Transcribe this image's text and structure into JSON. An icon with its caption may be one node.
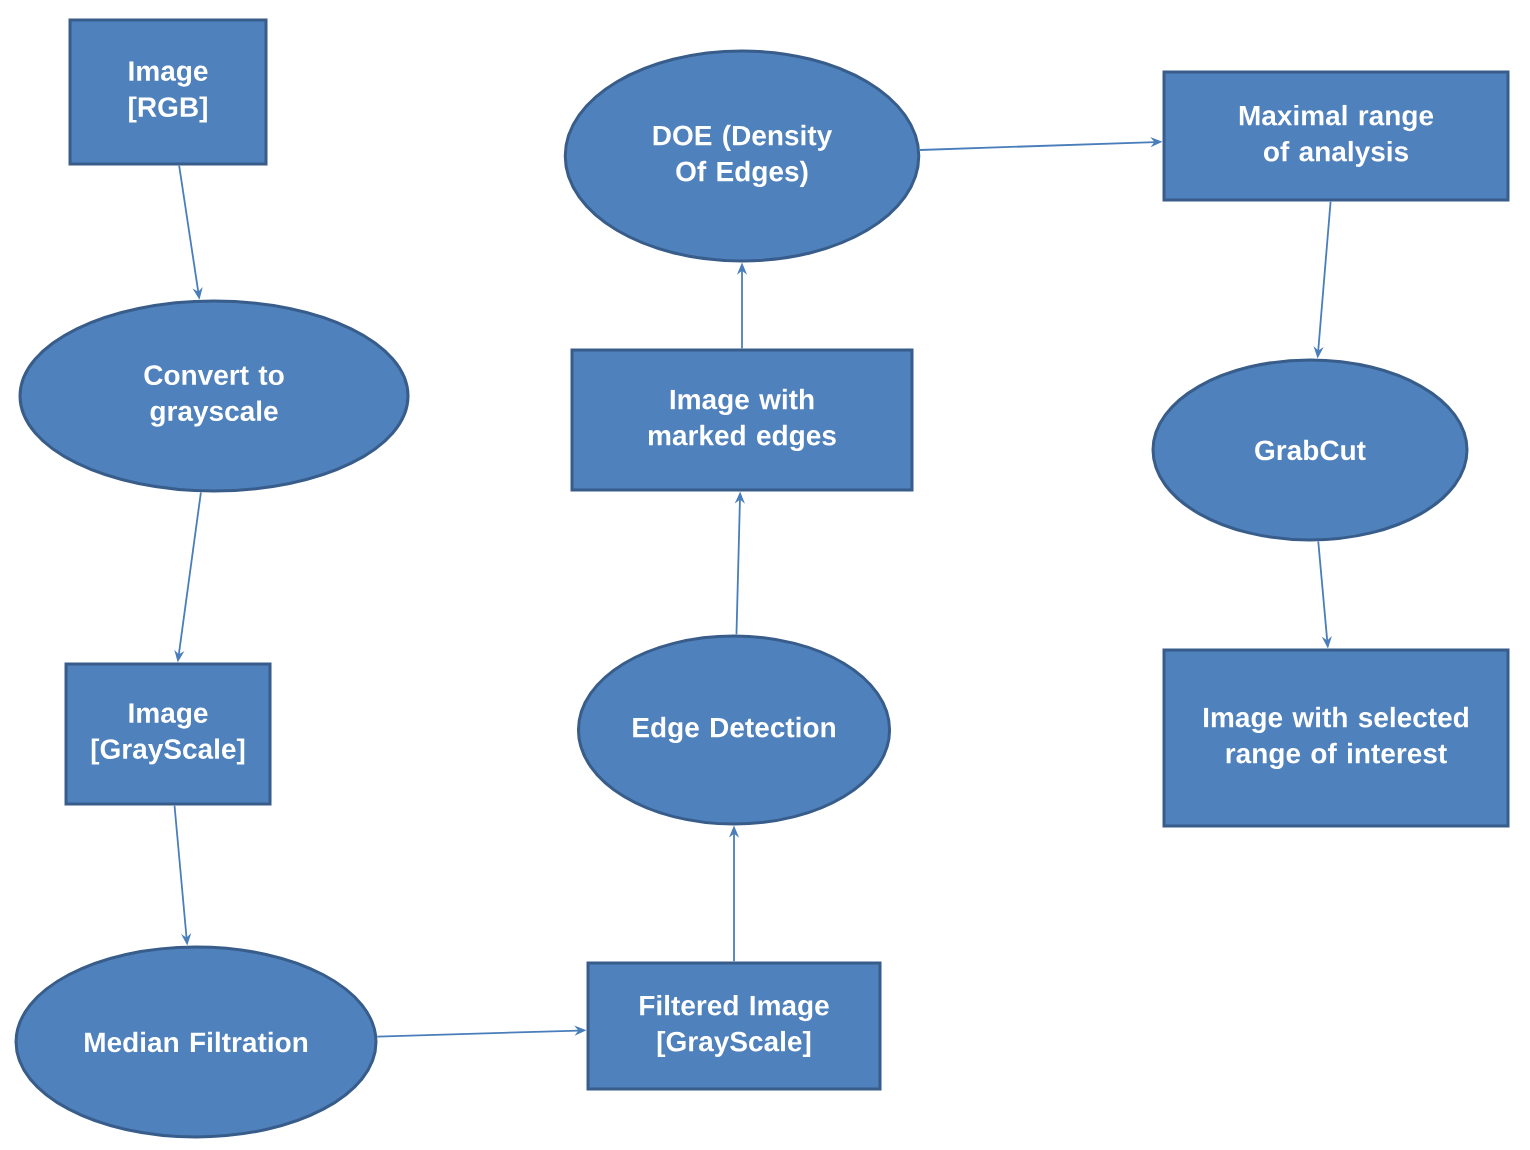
{
  "diagram": {
    "nodes": [
      {
        "text": [
          "Image [RGB]"
        ]
      },
      {
        "text": [
          "Convert to grayscale"
        ]
      },
      {
        "text": [
          "Image [GrayScale]"
        ]
      },
      {
        "text": [
          "Median Filtration"
        ]
      },
      {
        "text": [
          "Filtered Image [GrayScale]"
        ]
      },
      {
        "text": [
          "Edge Detection"
        ]
      },
      {
        "text": [
          "Image with marked edges"
        ]
      },
      {
        "text": [
          "DOE (Density Of Edges)"
        ]
      },
      {
        "text": [
          "Maximal range of analysis"
        ]
      },
      {
        "text": [
          "GrabCut"
        ]
      },
      {
        "text": [
          "Image with selected range of interest"
        ]
      }
    ],
    "edges": [
      {
        "from": 0,
        "to": 1,
        "arrow": "to"
      },
      {
        "from": 1,
        "to": 2,
        "arrow": "to"
      },
      {
        "from": 2,
        "to": 3,
        "arrow": "to"
      },
      {
        "from": 3,
        "to": 4,
        "arrow": "to"
      },
      {
        "from": 4,
        "to": 5,
        "arrow": "to"
      },
      {
        "from": 5,
        "to": 6,
        "arrow": "to"
      },
      {
        "from": 6,
        "to": 7,
        "arrow": "to"
      },
      {
        "from": 7,
        "to": 8,
        "arrow": "to"
      },
      {
        "from": 8,
        "to": 9,
        "arrow": "to"
      },
      {
        "from": 9,
        "to": 10,
        "arrow": "to"
      }
    ]
  }
}
